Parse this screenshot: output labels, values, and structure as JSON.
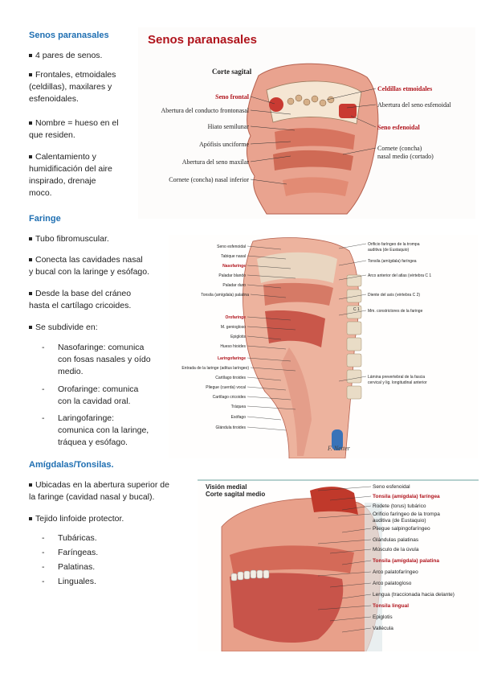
{
  "left": {
    "senos": {
      "title": "Senos paranasales",
      "b1": "4 pares de senos.",
      "b2a": "Frontales, etmoidales",
      "b2b": "(celdillas), maxilares y",
      "b2c": "esfenoidales.",
      "b3a": "Nombre = hueso en el",
      "b3b": "que residen.",
      "b4a": "Calentamiento y",
      "b4b": "humidificación del aire",
      "b4c": "inspirado, drenaje",
      "b4d": "moco."
    },
    "faringe": {
      "title": "Faringe",
      "b1": "Tubo fibromuscular.",
      "b2a": "Conecta las cavidades nasal",
      "b2b": "y bucal con la laringe y esófago.",
      "b3a": "Desde la base del cráneo",
      "b3b": "hasta el cartílago cricoides.",
      "b4": "Se subdivide en:",
      "s1a": "Nasofaringe: comunica",
      "s1b": "con fosas nasales y oído",
      "s1c": "medio.",
      "s2a": " Orofaringe: comunica",
      "s2b": "con la cavidad oral.",
      "s3a": "Laringofaringe:",
      "s3b": "comunica con la laringe,",
      "s3c": "tráquea y esófago."
    },
    "amigdalas": {
      "title": "Amígdalas/Tonsilas.",
      "b1a": "Ubicadas en la abertura superior de",
      "b1b": "la faringe (cavidad nasal y bucal).",
      "b2": "Tejido linfoide protector.",
      "l1": "Tubáricas.",
      "l2": "Faríngeas.",
      "l3": "Palatinas.",
      "l4": "Linguales."
    }
  },
  "fig1": {
    "title": "Senos paranasales",
    "subtitle": "Corte sagital",
    "labels": {
      "seno_frontal": "Seno frontal",
      "abertura_frontonasal": "Abertura del conducto frontonasal",
      "hiato": "Hiato semilunar",
      "apofisis": "Apófisis unciforme",
      "abertura_maxilar": "Abertura del seno maxilar",
      "cornete_inferior": "Cornete (concha) nasal inferior",
      "celdillas": "Celdillas etmoidales",
      "abertura_esfenoidal": "Abertura del seno esfenoidal",
      "seno_esfenoidal": "Seno esfenoidal",
      "cornete_medio_a": "Cornete (concha)",
      "cornete_medio_b": "nasal medio (cortado)"
    }
  },
  "fig2": {
    "labels_left": [
      "Seno esfenoidal",
      "Tabique nasal",
      "Nasofaringe",
      "Paladar blando",
      "Paladar duro",
      "Tonsila (amígdala) palatina",
      "Orofaringe",
      "M. geniogloso",
      "Epiglotis",
      "Hueso hioides",
      "Laringofaringe",
      "Entrada de la laringe (aditus laríngeo)",
      "Cartílago tiroides",
      "Pliegue (cuerda) vocal",
      "Cartílago cricoides",
      "Tráquea",
      "Esófago",
      "Glándula tiroides"
    ],
    "labels_right": [
      "Orificio faríngeo de la trompa",
      "auditiva (de Eustaquio)",
      "Tonsila (amígdala) faríngea",
      "Arco anterior del atlas (vértebra C 1",
      "Diente del axis (vértebra C 2)",
      "Mm. constrictores de la faringe",
      "Lámina prevertebral de la fascia",
      "cervical y lig. longitudinal anterior"
    ],
    "vertebra_c1": "C 1",
    "signature": "F. Netter"
  },
  "fig3": {
    "title": "Visión medial",
    "subtitle": "Corte sagital medio",
    "labels": [
      "Seno esfenoidal",
      "Tonsila (amígdala) faríngea",
      "Rodete (torus) tubárico",
      "Orificio faríngeo de la trompa",
      "auditiva (de Eustaquio)",
      "Pliegue salpingofaríngeo",
      "Glándulas palatinas",
      "Músculo de la úvula",
      "Tonsila (amígdala) palatina",
      "Arco palatofaríngeo",
      "Arco palatogloso",
      "Lengua (traccionada hacia delante)",
      "Tonsila lingual",
      "Epiglotis",
      "Vallécula"
    ]
  }
}
